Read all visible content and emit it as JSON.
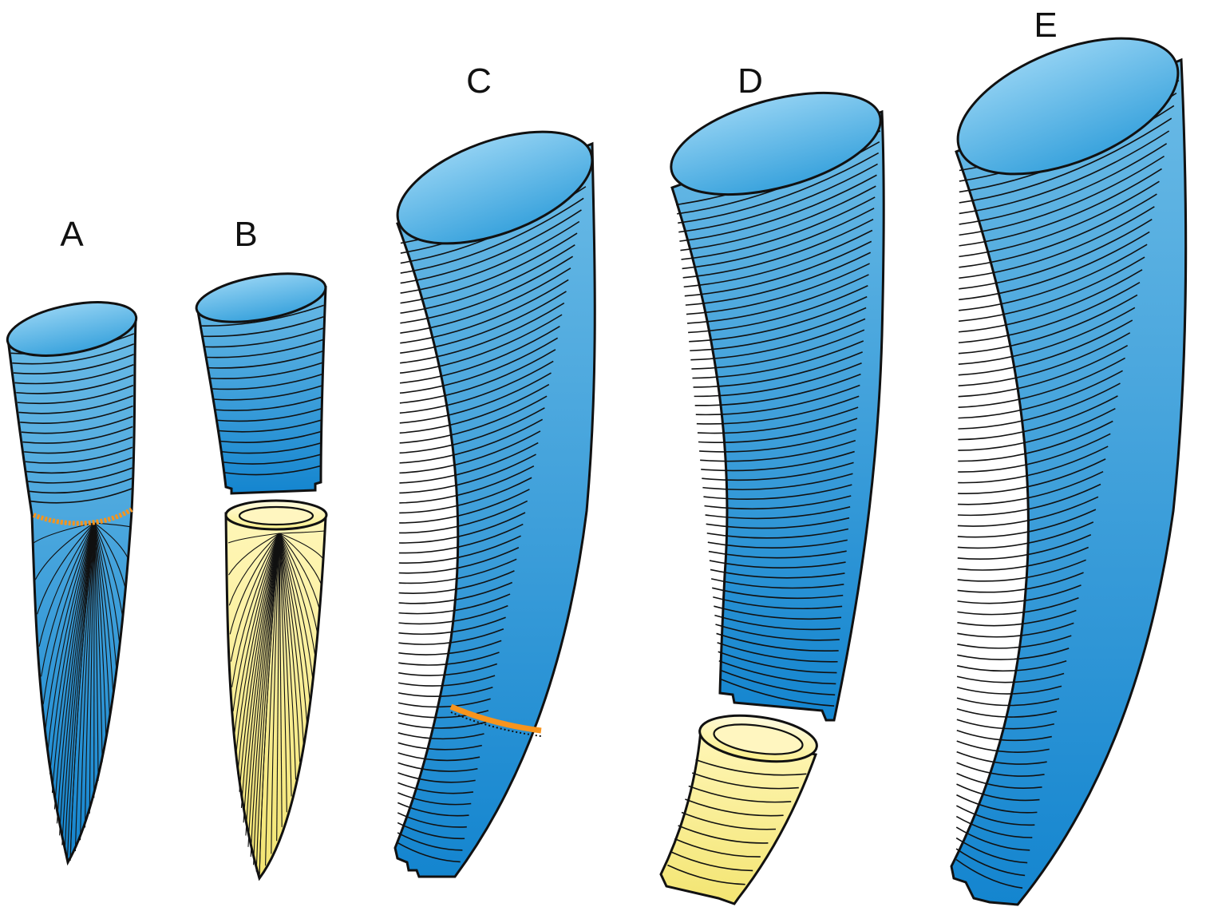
{
  "figure": {
    "panels": [
      {
        "id": "a",
        "label": "A"
      },
      {
        "id": "b",
        "label": "B"
      },
      {
        "id": "c",
        "label": "C"
      },
      {
        "id": "d",
        "label": "D"
      },
      {
        "id": "e",
        "label": "E"
      }
    ]
  },
  "colors": {
    "blue_top": "#6bbbe6",
    "blue_bottom": "#1485cf",
    "yellow_top": "#fff6b8",
    "yellow_bottom": "#f3e572",
    "orange": "#f7941d",
    "outline": "#111111"
  }
}
